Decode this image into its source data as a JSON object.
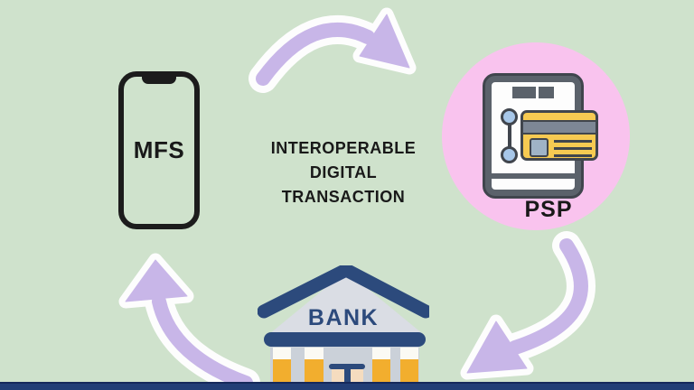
{
  "diagram": {
    "type": "cycle-diagram",
    "center_label": {
      "lines": [
        "INTEROPERABLE",
        "DIGITAL",
        "TRANSACTION"
      ]
    },
    "nodes": {
      "mfs": {
        "label": "MFS",
        "icon": "smartphone-icon"
      },
      "psp": {
        "label": "PSP",
        "icon": "pos-terminal-with-card-icon"
      },
      "bank": {
        "label": "BANK",
        "icon": "bank-building-icon"
      }
    },
    "arrows": [
      {
        "from": "MFS",
        "to": "PSP"
      },
      {
        "from": "PSP",
        "to": "BANK"
      },
      {
        "from": "BANK",
        "to": "MFS"
      }
    ],
    "colors": {
      "bg": "#cfe2cc",
      "bg-edge": "#c2d4c0",
      "arrow": "#c8b6e8",
      "arrow-outline": "#fdfdfd",
      "ink": "#191919",
      "pink": "#f9c3ee",
      "navy": "#2c4a7c",
      "footer": "#223e76",
      "footer-edge": "#16295b",
      "tablet": "#5b626b",
      "tablet-outline": "#40454d",
      "screen": "#fdfdfd",
      "dot": "#a7c7e9",
      "card": "#f6ca52",
      "stripe": "#7d8795",
      "chip": "#9fb3c7",
      "column": "#f2ae2e",
      "column-cap": "#fbfaf4",
      "wall": "#cbd1d9",
      "pediment": "#dadde4",
      "door": "#f5dcbf",
      "phone-outline": "#1c1c1c"
    }
  }
}
